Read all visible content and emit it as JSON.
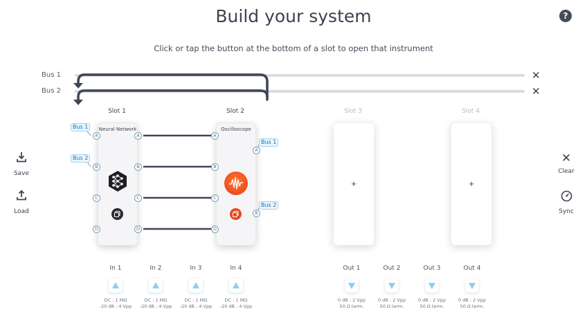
{
  "header": {
    "title": "Build your system",
    "subtitle": "Click or tap the button at the bottom of a slot to open that instrument",
    "help_icon": "question-circle-icon",
    "help_glyph": "?"
  },
  "buses": [
    {
      "label": "Bus 1",
      "close": "✕"
    },
    {
      "label": "Bus 2",
      "close": "✕"
    }
  ],
  "slots": [
    {
      "title": "Slot 1",
      "instrument": "Neural Network",
      "icon": "neural-network-icon"
    },
    {
      "title": "Slot 2",
      "instrument": "Oscilloscope",
      "icon": "oscilloscope-icon"
    },
    {
      "title": "Slot 3",
      "plus": "+"
    },
    {
      "title": "Slot 4",
      "plus": "+"
    }
  ],
  "ports": {
    "a": "A",
    "b": "B",
    "c": "C",
    "d": "D"
  },
  "badges": {
    "bus1": "Bus 1",
    "bus2": "Bus 2"
  },
  "left_actions": [
    {
      "label": "Save",
      "icon": "download-icon"
    },
    {
      "label": "Load",
      "icon": "upload-icon"
    }
  ],
  "right_actions": [
    {
      "label": "Clear",
      "icon": "close-icon",
      "glyph": "✕"
    },
    {
      "label": "Sync",
      "icon": "gauge-icon"
    }
  ],
  "inputs": [
    {
      "label": "In 1",
      "spec1": "DC : 1 MΩ",
      "spec2": "-20 dB : 4 Vpp"
    },
    {
      "label": "In 2",
      "spec1": "DC : 1 MΩ",
      "spec2": "-20 dB : 4 Vpp"
    },
    {
      "label": "In 3",
      "spec1": "DC : 1 MΩ",
      "spec2": "-20 dB : 4 Vpp"
    },
    {
      "label": "In 4",
      "spec1": "DC : 1 MΩ",
      "spec2": "-20 dB : 4 Vpp"
    }
  ],
  "outputs": [
    {
      "label": "Out 1",
      "spec1": "0 dB : 2 Vpp",
      "spec2": "50 Ω term."
    },
    {
      "label": "Out 2",
      "spec1": "0 dB : 2 Vpp",
      "spec2": "50 Ω term."
    },
    {
      "label": "Out 3",
      "spec1": "0 dB : 2 Vpp",
      "spec2": "50 Ω term."
    },
    {
      "label": "Out 4",
      "spec1": "0 dB : 2 Vpp",
      "spec2": "50 Ω term."
    }
  ],
  "colors": {
    "wire": "#3e4555",
    "port_text": "#2a7fb0",
    "badge_bg": "#e8f6ff",
    "io_triangle": "#7cc6f0",
    "osc_accent": "#e8481f"
  }
}
